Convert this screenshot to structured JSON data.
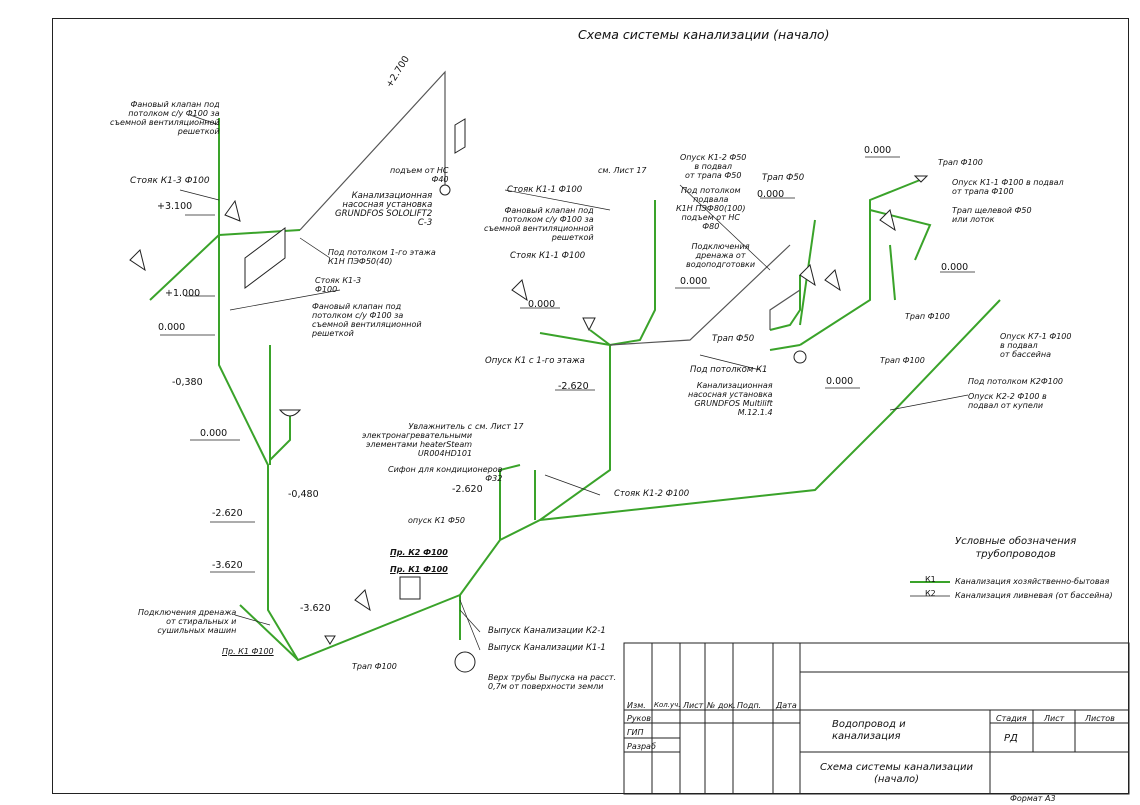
{
  "title": "Схема системы канализации (начало)",
  "levels": {
    "l3100": "+3.100",
    "l1000": "+1.000",
    "l000a": "0.000",
    "lm380": "-0,380",
    "l000b": "0.000",
    "lm480": "-0,480",
    "lm2620a": "-2.620",
    "lm3620a": "-3.620",
    "lm3620b": "-3.620",
    "l000c": "0.000",
    "l000d": "0.000",
    "lm2620b": "-2.620",
    "lm2620c": "-2.620",
    "l000e": "0.000",
    "l000f": "0.000",
    "l000g": "0.000",
    "l000h": "0.000",
    "l2700": "+2.700"
  },
  "notes": {
    "fan_valve1": "Фановый клапан под\nпотолком с/у Ф100 за\nсъемной вентиляционной\nрешеткой",
    "riser_k13": "Стояк К1-3 Ф100",
    "ceiling1": "Под потолком 1-го этажа\nК1Н ПЭФ50(40)",
    "riser_k13b": "Стояк К1-3\nФ100",
    "fan_valve2": "Фановый клапан под\nпотолком с/у Ф100 за\nсъемной вентиляционной\nрешеткой",
    "drain_conn": "Подключения дренажа\nот стиральных и\nсушильных машин",
    "pr_k1_left": "Пр. К1 Ф100",
    "trap100_bottom": "Трап Ф100",
    "rise_ns": "подъем от НС\nФ40",
    "pump1": "Канализационная\nнасосная установка\nGRUNDFOS SOLOLIFT2\nC-3",
    "riser_k11": "Стояк К1-1 Ф100",
    "fan_valve3": "Фановый клапан под\nпотолком с/у Ф100 за\nсъемной вентиляционной\nрешеткой",
    "riser_k11b": "Стояк К1-1 Ф100",
    "see_sheet17a": "см. Лист 17",
    "drop_k1": "Опуск К1 с 1-го этажа",
    "humid": "Увлажнитель с\nэлектронагревательными\nэлементами heaterSteam\nUR004HD101",
    "see_sheet17b": "см. Лист 17",
    "siphon": "Сифон для кондиционеров\nФ32",
    "drop_k150": "опуск К1 Ф50",
    "riser_k12": "Стояк К1-2 Ф100",
    "pr_k2": "Пр. К2 Ф100",
    "pr_k1": "Пр. К1 Ф100",
    "out_k21": "Выпуск Канализации К2-1",
    "out_k11": "Выпуск Канализации К1-1",
    "top_pipe": "Верх трубы Выпуска на расст.\n0,7м от поверхности земли",
    "drop_k12": "Опуск К1-2 Ф50\nв подвал\nот трапа Ф50",
    "ceiling_base": "Под потолком\nподвала\nК1Н ПЭФ80(100)\nподъем от НС\nФ80",
    "drain_conn2": "Подключения\nдренажа от\nводоподготовки",
    "trap50a": "Трап Ф50",
    "trap50b": "Трап Ф50",
    "ceiling_k1": "Под потолком К1",
    "pump2": "Канализационная\nнасосная установка\nGRUNDFOS Multilift\nM.12.1.4",
    "trap100a": "Трап Ф100",
    "drop_k11": "Опуск К1-1 Ф100 в подвал\nот трапа Ф100",
    "trap_slot": "Трап щелевой Ф50\nили лоток",
    "trap100b": "Трап Ф100",
    "trap100c": "Трап Ф100",
    "drop_k71": "Опуск К7-1 Ф100\nв подвал\nот бассейна",
    "ceiling_k2": "Под потолком К2Ф100",
    "drop_k22": "Опуск К2-2 Ф100 в\nподвал от купели"
  },
  "legend": {
    "heading": "Условные обозначения\nтрубопроводов",
    "k1_code": "К1",
    "k1_text": "Канализация хозяйственно-бытовая",
    "k2_code": "К2",
    "k2_text": "Канализация ливневая (от бассейна)"
  },
  "stamp": {
    "izm": "Изм.",
    "kol": "Кол.уч.",
    "list": "Лист",
    "ndok": "№ док.",
    "podp": "Подп.",
    "data": "Дата",
    "rukov": "Руков.",
    "gip": "ГИП",
    "razrab": "Разраб",
    "project": "Водопровод и\nканализация",
    "stadia": "Стадия",
    "list_h": "Лист",
    "listov": "Листов",
    "stadia_val": "РД",
    "sheet_title": "Схема системы канализации\n(начало)"
  },
  "format": "Формат А3",
  "colors": {
    "k1": "#3aa32a",
    "k2": "#555555"
  }
}
